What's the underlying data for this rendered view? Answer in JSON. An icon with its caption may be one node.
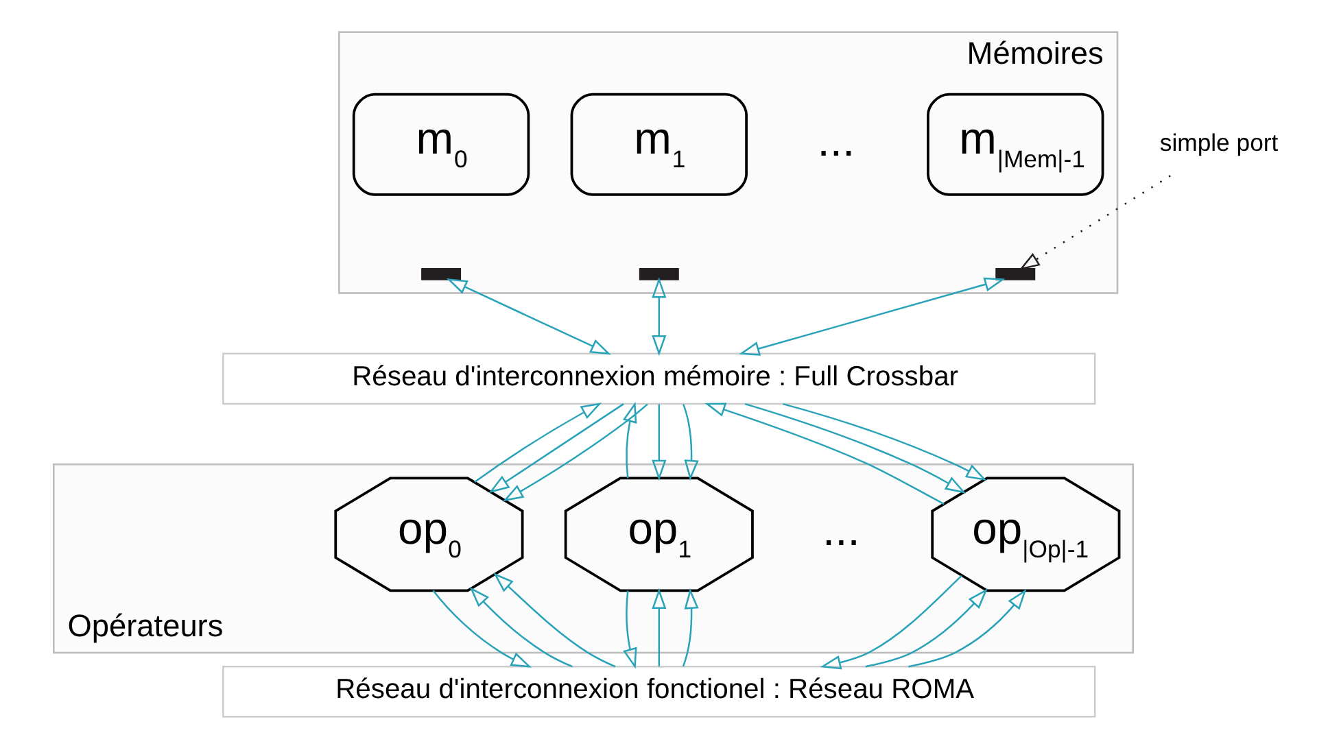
{
  "diagram": {
    "nodes": [
      {
        "text": [
          "Mémoires"
        ]
      },
      {
        "text": [
          "m$_{0}$"
        ],
        "in": 0
      },
      {
        "text": [
          "m$_{1}$"
        ],
        "in": 0
      },
      {
        "text": [
          "m$_{|Mem|-1}$"
        ],
        "in": 0
      },
      {
        "text": [],
        "shape": "bar",
        "in": 0
      },
      {
        "text": [],
        "shape": "bar",
        "in": 0
      },
      {
        "text": [],
        "shape": "bar",
        "in": 0
      },
      {
        "text": [
          "simple port"
        ]
      },
      {
        "text": [
          "Réseau d'interconnexion mémoire : Full Crossbar"
        ]
      },
      {
        "text": [
          "Opérateurs"
        ]
      },
      {
        "text": [
          "op$_{0}$"
        ],
        "in": 9
      },
      {
        "text": [
          "op$_{1}$"
        ],
        "in": 9
      },
      {
        "text": [
          "op$_{|Op|-1}$"
        ],
        "in": 9
      },
      {
        "text": [
          "Réseau d'interconnexion fonctionel : Réseau ROMA"
        ]
      }
    ],
    "edges": [
      {
        "from": 4,
        "to": 8,
        "arrow": "both"
      },
      {
        "from": 5,
        "to": 8,
        "arrow": "both"
      },
      {
        "from": 6,
        "to": 8,
        "arrow": "both"
      },
      {
        "from": 7,
        "to": 6,
        "arrow": "to",
        "style": "dashed",
        "color": "#231f20"
      },
      {
        "from": 8,
        "to": 10,
        "arrow": "to"
      },
      {
        "from": 8,
        "to": 10,
        "arrow": "to"
      },
      {
        "from": 13,
        "to": 10,
        "arrow": "to"
      },
      {
        "from": 13,
        "to": 10,
        "arrow": "to"
      },
      {
        "from": 10,
        "to": 8,
        "arrow": "to"
      },
      {
        "from": 10,
        "to": 13,
        "arrow": "to"
      },
      {
        "from": 8,
        "to": 11,
        "arrow": "to"
      },
      {
        "from": 8,
        "to": 11,
        "arrow": "to"
      },
      {
        "from": 13,
        "to": 11,
        "arrow": "to"
      },
      {
        "from": 13,
        "to": 11,
        "arrow": "to"
      },
      {
        "from": 11,
        "to": 8,
        "arrow": "to"
      },
      {
        "from": 11,
        "to": 13,
        "arrow": "to"
      },
      {
        "from": 8,
        "to": 12,
        "arrow": "to"
      },
      {
        "from": 8,
        "to": 12,
        "arrow": "to"
      },
      {
        "from": 13,
        "to": 12,
        "arrow": "to"
      },
      {
        "from": 13,
        "to": 12,
        "arrow": "to"
      },
      {
        "from": 12,
        "to": 8,
        "arrow": "to"
      },
      {
        "from": 12,
        "to": 13,
        "arrow": "to"
      }
    ],
    "labels": [
      "...",
      "..."
    ]
  }
}
